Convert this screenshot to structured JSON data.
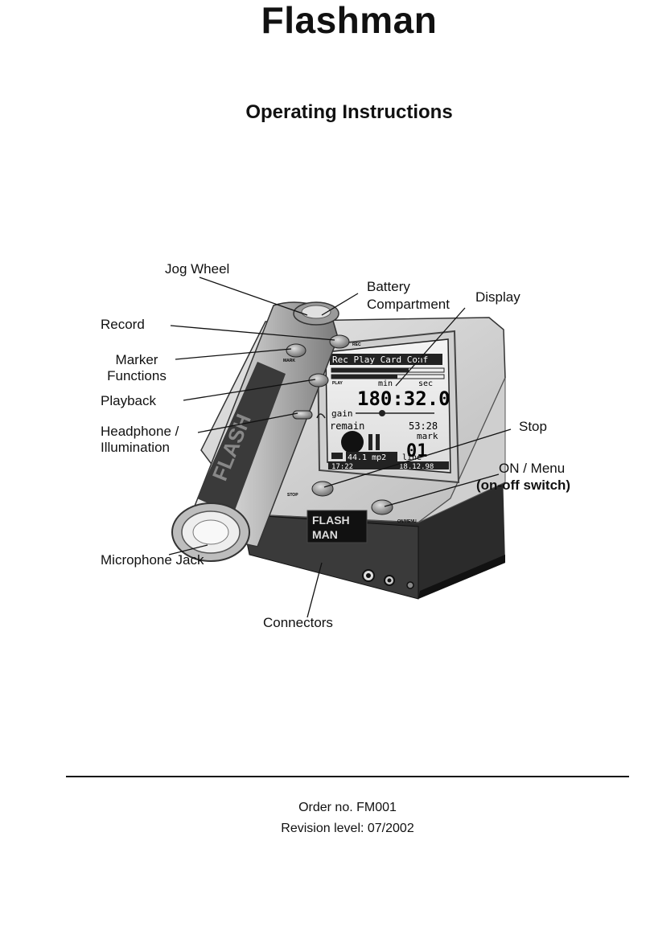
{
  "header": {
    "title": "Flashman",
    "subtitle": "Operating Instructions"
  },
  "callouts": {
    "jog_wheel": "Jog Wheel",
    "battery_line1": "Battery",
    "battery_line2": "Compartment",
    "display": "Display",
    "record": "Record",
    "marker_line1": "Marker",
    "marker_line2": "Functions",
    "playback": "Playback",
    "headphone_line1": "Headphone /",
    "headphone_line2": "Illumination",
    "stop": "Stop",
    "on_menu": "ON / Menu",
    "on_off_switch": "(on-off switch)",
    "microphone_jack": "Microphone Jack",
    "connectors": "Connectors"
  },
  "device": {
    "button_rec": "REC",
    "button_mark": "MARK",
    "button_play": "PLAY",
    "button_stop": "STOP",
    "button_on_menu": "ON/MENU",
    "logo_top": "FLASH",
    "logo_bottom": "MAN",
    "lcd": {
      "tabs": "Rec Play Card Conf",
      "min_label": "min",
      "sec_label": "sec",
      "time": "180:32.0",
      "gain_label": "gain",
      "remain_label": "remain",
      "remain_value": "53:28",
      "mark_label": "mark",
      "mark_value": "01",
      "format": "44.1 mp2",
      "input": "line",
      "clock": "17:22",
      "date": "18.12.98"
    }
  },
  "footer": {
    "order_no": "Order no. FM001",
    "revision": "Revision level: 07/2002"
  }
}
